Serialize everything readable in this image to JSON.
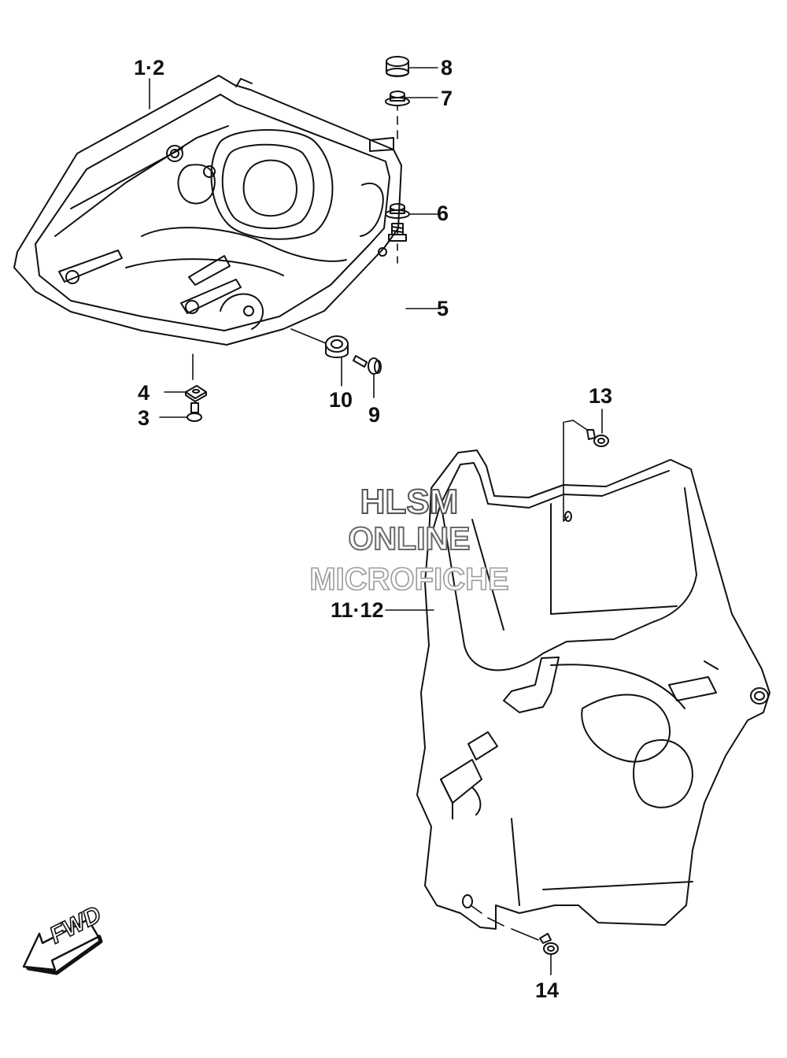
{
  "callouts": {
    "c1_2": "1·2",
    "c3": "3",
    "c4": "4",
    "c5": "5",
    "c6": "6",
    "c7": "7",
    "c8": "8",
    "c9": "9",
    "c10": "10",
    "c11_12": "11·12",
    "c13": "13",
    "c14": "14"
  },
  "watermark": {
    "line1": "HLSM",
    "line2": "ONLINE",
    "line3": "MICROFICHE"
  },
  "fwd_label": "FWD"
}
